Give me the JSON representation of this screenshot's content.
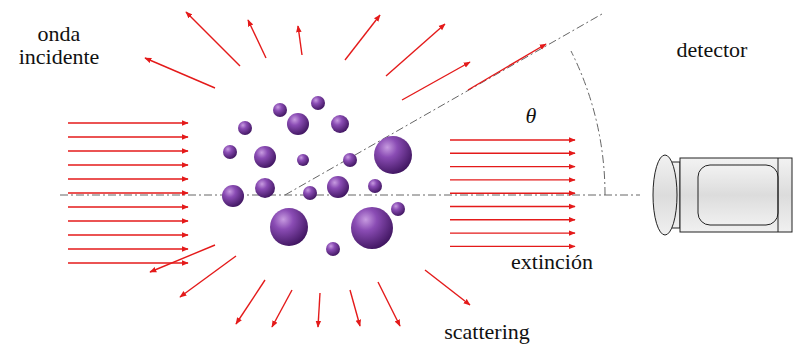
{
  "diagram": {
    "labels": [
      "onda incidente",
      "θ",
      "detector",
      "extinción",
      "scattering"
    ]
  }
}
